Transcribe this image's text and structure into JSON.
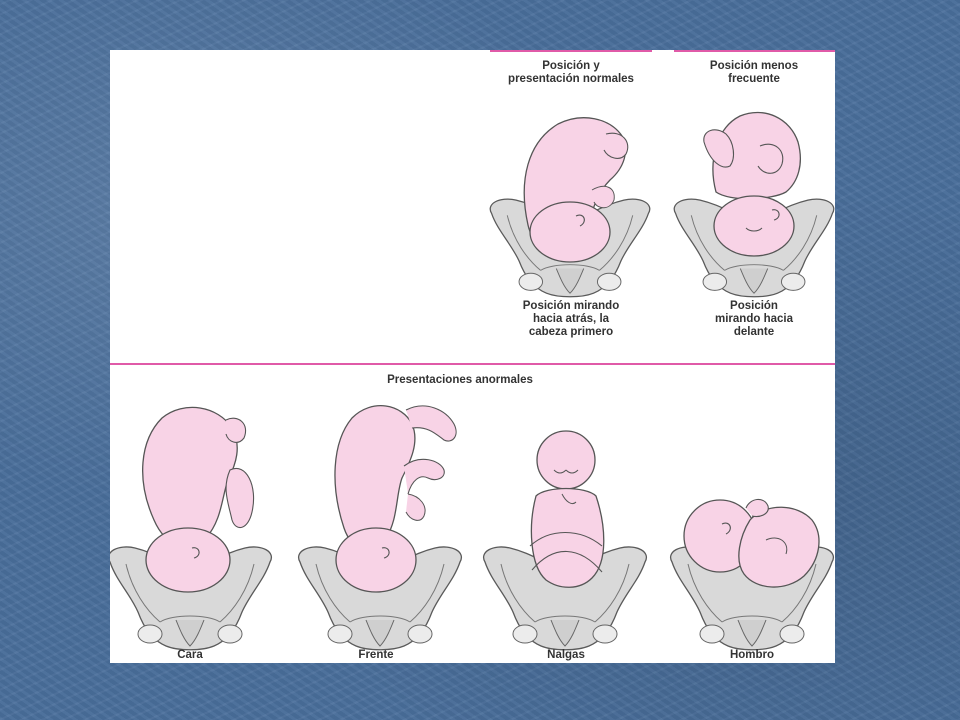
{
  "normal_header": "Posición y\npresentación  normales",
  "less_frequent_header": "Posición menos\nfrecuente",
  "back_position_label": "Posición mirando\nhacia atrás, la\ncabeza primero",
  "front_position_label": "Posición\nmirando hacia\ndelante",
  "abnormal_header": "Presentaciones anormales",
  "abnormal_cases": [
    "Cara",
    "Frente",
    "Nalgas",
    "Hombro"
  ],
  "colors": {
    "background": "#4a6f9c",
    "panel": "#ffffff",
    "accent_pink": "#e05aa8",
    "fetus_fill": "#f8d3e6",
    "pelvis_fill": "#d7d7d7",
    "outline": "#555555"
  }
}
